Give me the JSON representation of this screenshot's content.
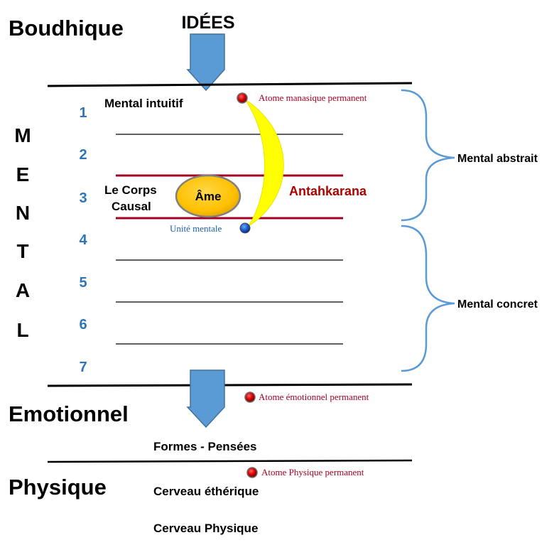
{
  "planes": {
    "bouddhique": "Boudhique",
    "emotionnel": "Emotionnel",
    "physique": "Physique",
    "mental_letters": [
      "M",
      "E",
      "N",
      "T",
      "A",
      "L"
    ]
  },
  "arrows": {
    "idees": "IDÉES"
  },
  "sublevels": [
    "1",
    "2",
    "3",
    "4",
    "5",
    "6",
    "7"
  ],
  "labels": {
    "mental_intuitif": "Mental intuitif",
    "corps_causal_line1": "Le Corps",
    "corps_causal_line2": "Causal",
    "ame": "Âme",
    "antahkarana": "Antahkarana",
    "formes_pensees": "Formes - Pensées",
    "cerveau_etherique": "Cerveau éthérique",
    "cerveau_physique": "Cerveau Physique"
  },
  "atoms": {
    "manasique": "Atome manasique permanent",
    "unite_mentale": "Unité mentale",
    "emotionnel": "Atome émotionnel permanent",
    "physique": "Atome Physique permanent"
  },
  "braces": {
    "abstrait": "Mental abstrait",
    "concret": "Mental concret"
  },
  "colors": {
    "arrow": "#5b9bd5",
    "arrow_stroke": "#41719c",
    "number": "#2e75b6",
    "brace": "#5b9bd5",
    "red_line": "#a50021",
    "antahkarana": "#b00000",
    "atom_label": "#a50021",
    "unite_label": "#1f5f9f",
    "ame_fill": "#ffc000",
    "crescent": "#ffff00"
  }
}
